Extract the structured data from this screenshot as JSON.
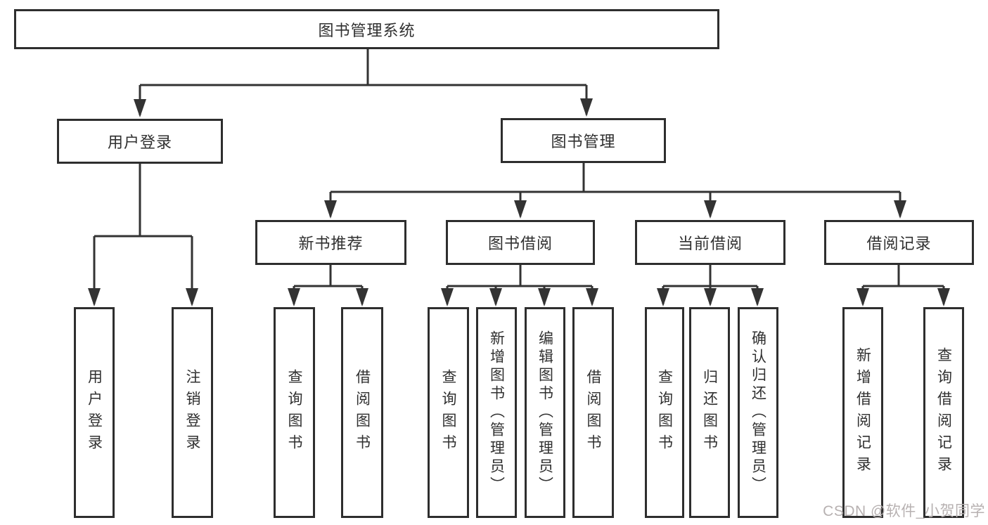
{
  "diagram": {
    "type": "tree",
    "root": {
      "label": "图书管理系统",
      "children": [
        {
          "label": "用户登录",
          "children": [
            {
              "label": "用户登录"
            },
            {
              "label": "注销登录"
            }
          ]
        },
        {
          "label": "图书管理",
          "children": [
            {
              "label": "新书推荐",
              "children": [
                {
                  "label": "查询图书"
                },
                {
                  "label": "借阅图书"
                }
              ]
            },
            {
              "label": "图书借阅",
              "children": [
                {
                  "label": "查询图书"
                },
                {
                  "label": "新增图书（管理员）"
                },
                {
                  "label": "编辑图书（管理员）"
                },
                {
                  "label": "借阅图书"
                }
              ]
            },
            {
              "label": "当前借阅",
              "children": [
                {
                  "label": "查询图书"
                },
                {
                  "label": "归还图书"
                },
                {
                  "label": "确认归还（管理员）"
                }
              ]
            },
            {
              "label": "借阅记录",
              "children": [
                {
                  "label": "新增借阅记录"
                },
                {
                  "label": "查询借阅记录"
                }
              ]
            }
          ]
        }
      ]
    }
  },
  "watermark": {
    "text": "CSDN @软件_小贺同学"
  },
  "colors": {
    "line": "#333333",
    "box_border": "#2e2e2e",
    "text": "#303030",
    "watermark": "#b7b1b1",
    "background": "#ffffff"
  }
}
